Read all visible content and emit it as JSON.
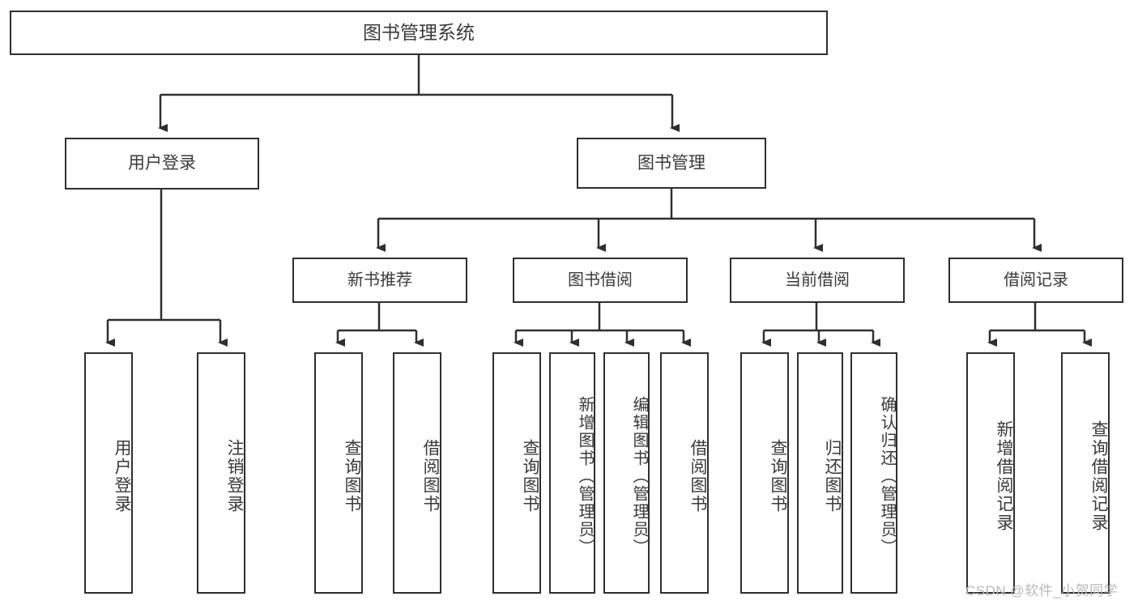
{
  "diagram": {
    "title": "图书管理系统",
    "type": "hierarchy-tree",
    "root": {
      "label": "图书管理系统"
    },
    "level2": [
      {
        "label": "用户登录"
      },
      {
        "label": "图书管理"
      }
    ],
    "level3": [
      {
        "label": "新书推荐"
      },
      {
        "label": "图书借阅"
      },
      {
        "label": "当前借阅"
      },
      {
        "label": "借阅记录"
      }
    ],
    "leaves": {
      "user_login": [
        {
          "label": "用户登录"
        },
        {
          "label": "注销登录"
        }
      ],
      "new_book_recommend": [
        {
          "label": "查询图书"
        },
        {
          "label": "借阅图书"
        }
      ],
      "book_borrow": [
        {
          "label": "查询图书"
        },
        {
          "label": "新增图书（管理员）"
        },
        {
          "label": "编辑图书（管理员）"
        },
        {
          "label": "借阅图书"
        }
      ],
      "current_borrow": [
        {
          "label": "查询图书"
        },
        {
          "label": "归还图书"
        },
        {
          "label": "确认归还（管理员）"
        }
      ],
      "borrow_record": [
        {
          "label": "新增借阅记录"
        },
        {
          "label": "查询借阅记录"
        }
      ]
    },
    "watermark": "CSDN @软件_小贺同学",
    "colors": {
      "stroke": "#2f2f2f",
      "text": "#3a3a3a",
      "background": "#ffffff",
      "watermark": "#b9b9b9"
    }
  }
}
